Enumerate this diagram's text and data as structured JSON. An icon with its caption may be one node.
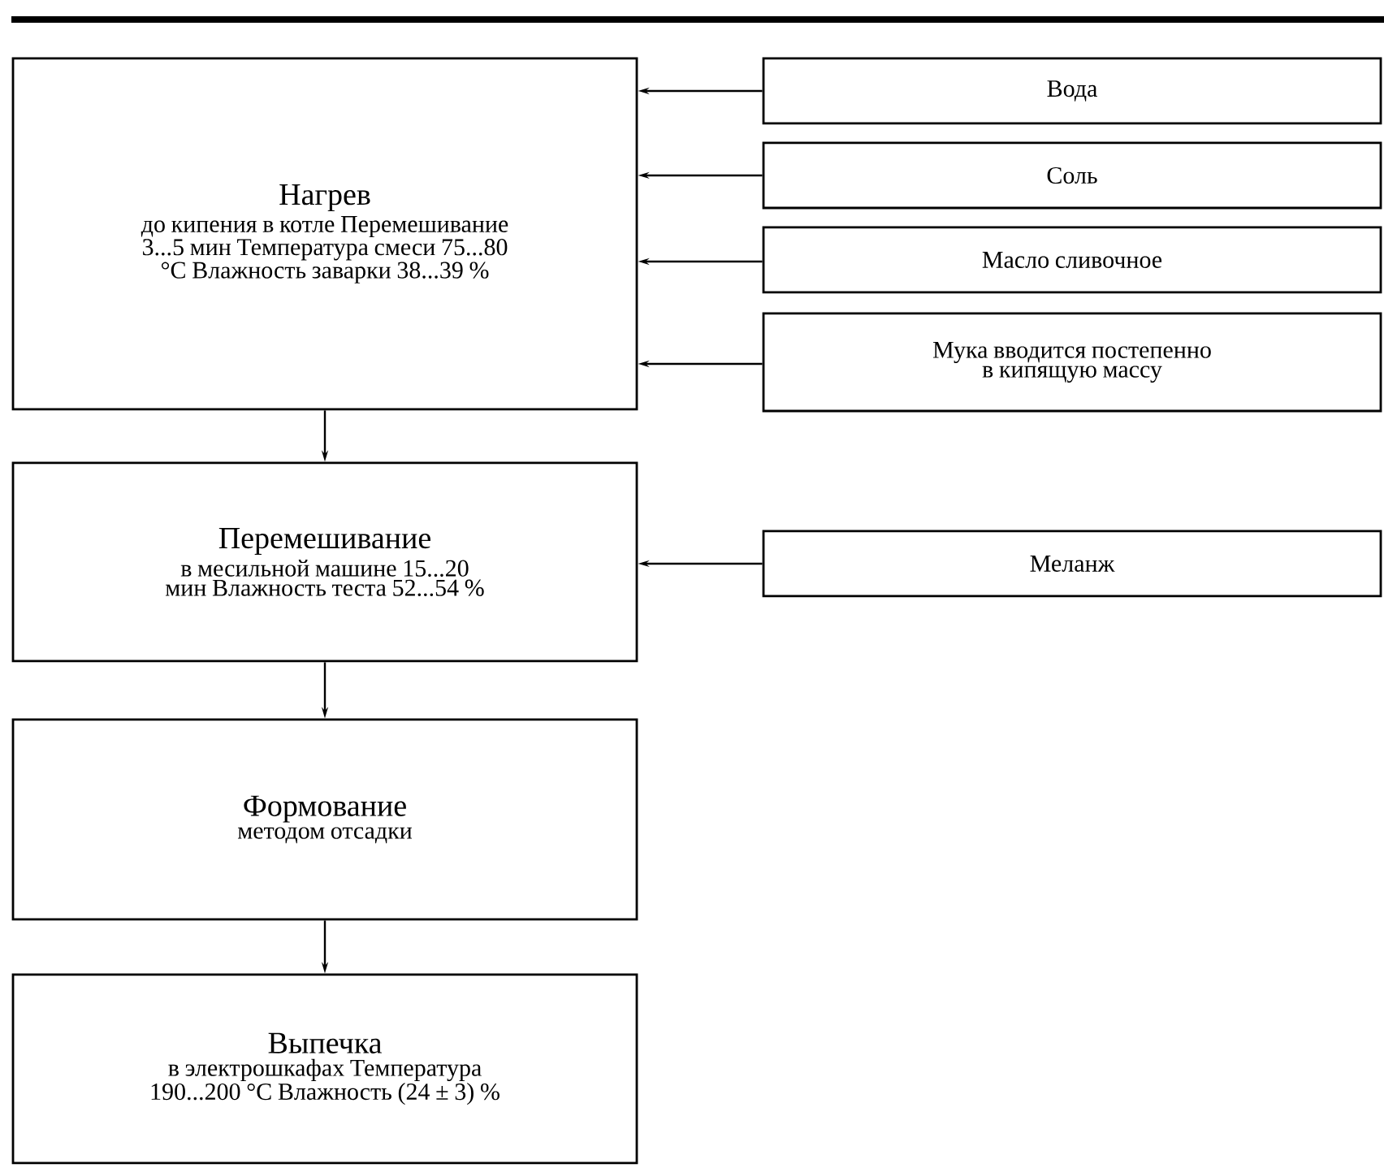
{
  "diagram": {
    "nodes": [
      {
        "text": [
          "Нагрев",
          "до кипения в котле Перемешивание 3...5 мин Температура смеси 75...80 °C Влажность заварки 38...39 %"
        ]
      },
      {
        "text": [
          "Вода"
        ]
      },
      {
        "text": [
          "Соль"
        ]
      },
      {
        "text": [
          "Масло сливочное"
        ]
      },
      {
        "text": [
          "Мука вводится постепенно в кипящую массу"
        ]
      },
      {
        "text": [
          "Перемешивание",
          "в месильной машине 15...20 мин Влажность теста 52...54 %"
        ]
      },
      {
        "text": [
          "Меланж"
        ]
      },
      {
        "text": [
          "Формование",
          "методом отсадки"
        ]
      },
      {
        "text": [
          "Выпечка",
          "в электрошкафах Температура 190...200 °C Влажность (24 ± 3) %"
        ]
      }
    ],
    "edges": [
      {
        "from": 1,
        "to": 0,
        "arrow": "to"
      },
      {
        "from": 2,
        "to": 0,
        "arrow": "to"
      },
      {
        "from": 3,
        "to": 0,
        "arrow": "to"
      },
      {
        "from": 4,
        "to": 0,
        "arrow": "to"
      },
      {
        "from": 0,
        "to": 5,
        "arrow": "to"
      },
      {
        "from": 6,
        "to": 5,
        "arrow": "to"
      },
      {
        "from": 5,
        "to": 7,
        "arrow": "to"
      },
      {
        "from": 7,
        "to": 8,
        "arrow": "to"
      }
    ]
  }
}
